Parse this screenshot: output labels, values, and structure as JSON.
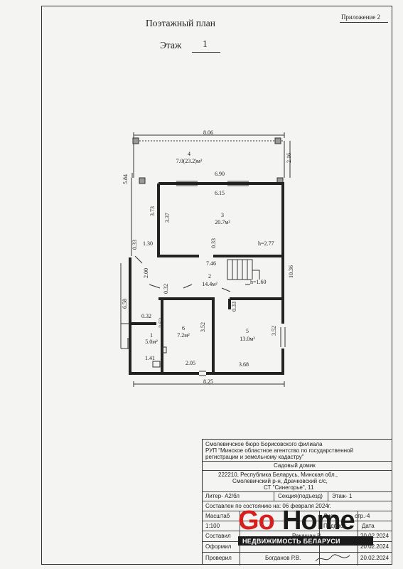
{
  "header": {
    "appendix": "Приложение 2",
    "title": "Поэтажный план",
    "floor_label": "Этаж",
    "floor_value": "1"
  },
  "plan": {
    "dimensions": {
      "top_width": "8.06",
      "top_right": "2.16",
      "left_outer_upper": "5.84",
      "inner_top": "6.90",
      "room3_width": "6.15",
      "left_3_73": "3.73",
      "room3_left": "3.37",
      "left_0_33a": "0.33",
      "step_1_30": "1.30",
      "d_0_33b": "0.33",
      "d_7_46": "7.46",
      "left_2_00": "2.00",
      "d_0_32a": "0.32",
      "d_0_33c": "0.33",
      "right_10_36": "10.36",
      "left_6_58": "6.58",
      "d_0_32b": "0.32",
      "room1_h": "3.52",
      "room6_h": "3.52",
      "room5_h": "3.52",
      "d_1_41": "1.41",
      "bottom_2_05": "2.05",
      "bottom_3_68": "3.68",
      "bottom_total": "8.25",
      "stair_h": "h=1.60",
      "room3_h": "h=2.77"
    },
    "rooms": [
      {
        "num": "4",
        "area": "7.0(23.2)м²"
      },
      {
        "num": "3",
        "area": "20.7м²"
      },
      {
        "num": "2",
        "area": "14.4м²"
      },
      {
        "num": "6",
        "area": "7.2м²"
      },
      {
        "num": "1",
        "area": "5.0м²"
      },
      {
        "num": "5",
        "area": "13.0м²"
      }
    ]
  },
  "stamp": {
    "org_line1": "Смолевичское бюро Борисовского филиала",
    "org_line2": "РУП \"Минское областное агентство по государственной",
    "org_line3": "регистрации и земельному кадастру\"",
    "object_name": "Садовый домик",
    "address1": "222210, Республика Беларусь, Минская обл.,",
    "address2": "Смолевичский р-н, Драчковский с/с,",
    "address3": "СТ \"Синегорье\", 11",
    "liter": "Литер- А2/бл",
    "section": "Секция(подъезд)",
    "floor": "Этаж-  1",
    "state_date": "Составлен по состоянию на: 06 февраля 2024г.",
    "scale_label": "Масштаб",
    "sheet_label": "Лист",
    "sheets_count": "стр.-4",
    "scale_value": "1:100",
    "signature_label": "Подпись",
    "date_label": "Дата",
    "composed": "Составил",
    "composed_name": "Ракашан В.",
    "composed_date": "20.02.2024",
    "formatted": "Оформил",
    "formatted_date": "20.02.2024",
    "checked": "Проверил",
    "checked_name": "Богданов Р.В.",
    "checked_date": "20.02.2024"
  },
  "watermark": {
    "brand_part1": "Go",
    "brand_part2": "Home",
    "tagline": "НЕДВИЖИМОСТЬ БЕЛАРУСИ"
  }
}
